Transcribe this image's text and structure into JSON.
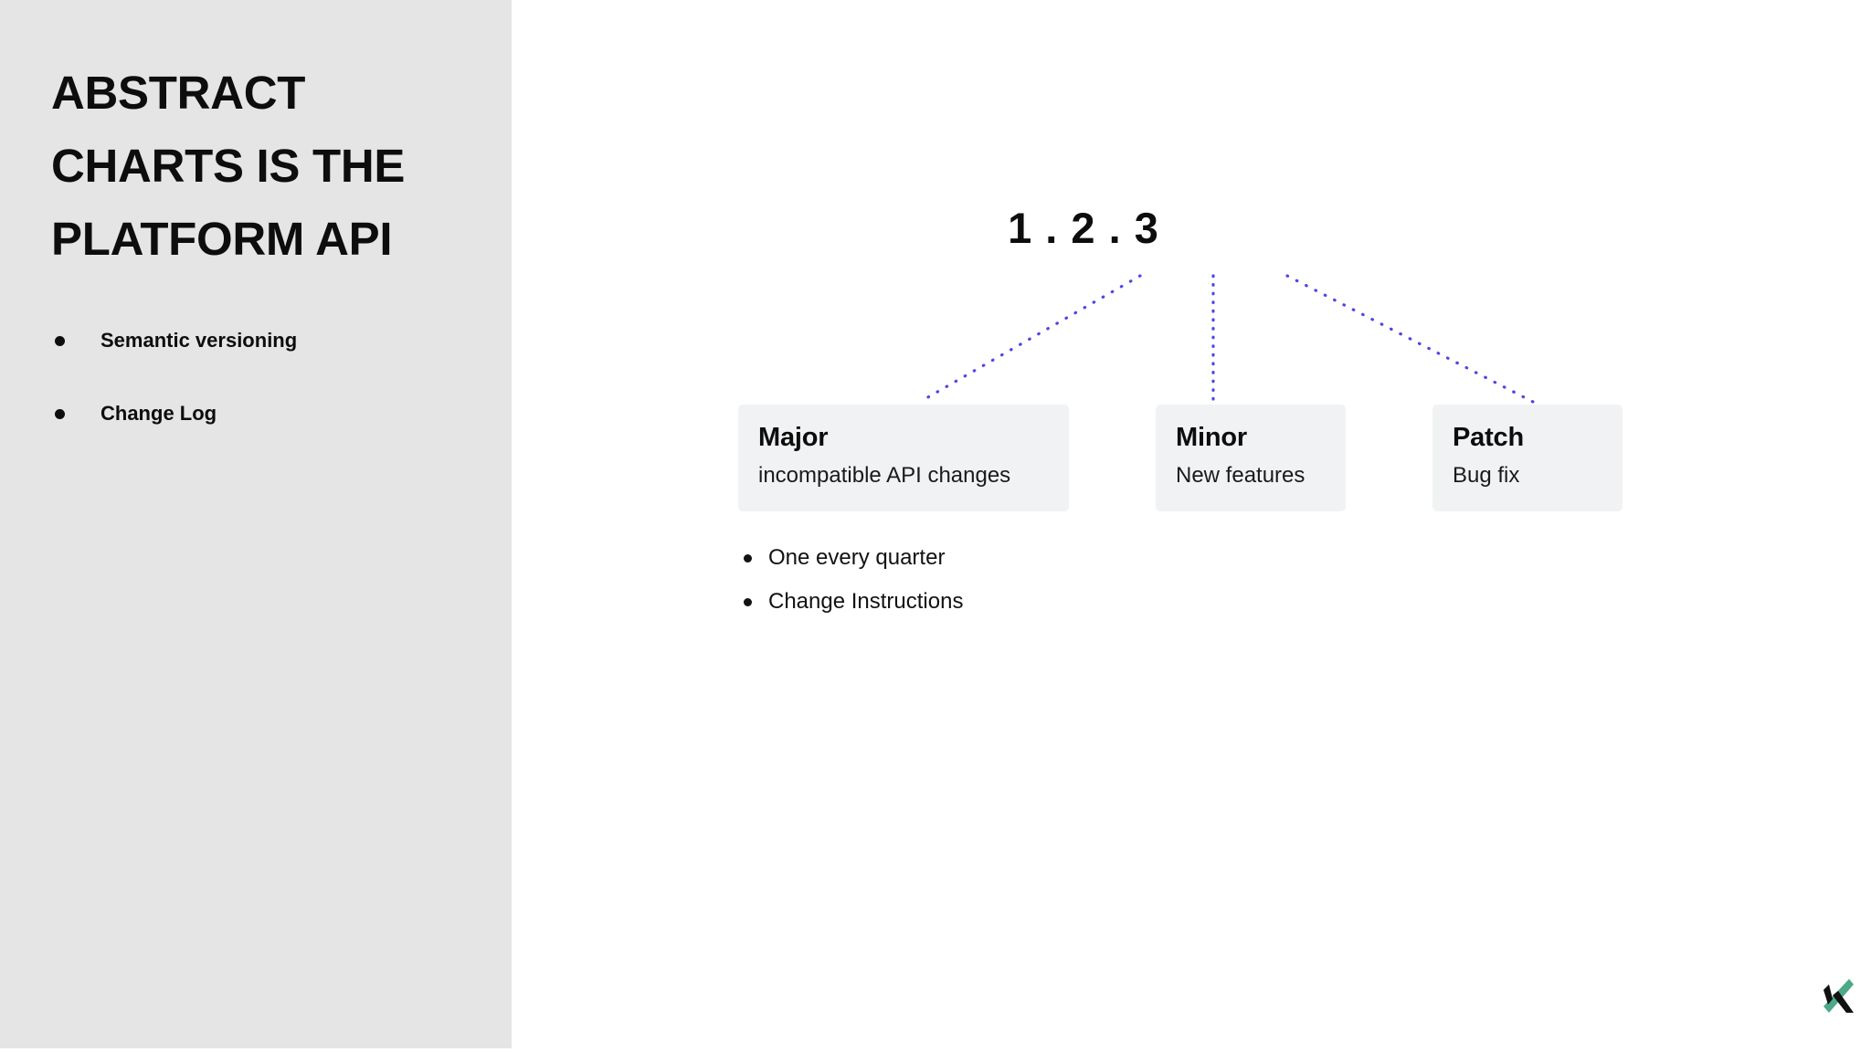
{
  "sidebar": {
    "title": "Abstract Charts is the Platform API",
    "bullets": [
      {
        "label": "Semantic versioning"
      },
      {
        "label": "Change Log"
      }
    ]
  },
  "main": {
    "version": "1 . 2 . 3",
    "cards": [
      {
        "title": "Major",
        "desc": "incompatible API changes"
      },
      {
        "title": "Minor",
        "desc": "New features"
      },
      {
        "title": "Patch",
        "desc": "Bug fix"
      }
    ],
    "notes": [
      {
        "label": "One every quarter"
      },
      {
        "label": "Change Instructions"
      }
    ]
  },
  "logo": {
    "name": "K",
    "green": "#4da987",
    "black": "#111111"
  },
  "colors": {
    "sidebar_bg": "#e5e5e5",
    "card_bg": "#f1f2f4",
    "connector": "#4f46e5",
    "text": "#0d0d0d",
    "page_bg": "#ffffff"
  }
}
